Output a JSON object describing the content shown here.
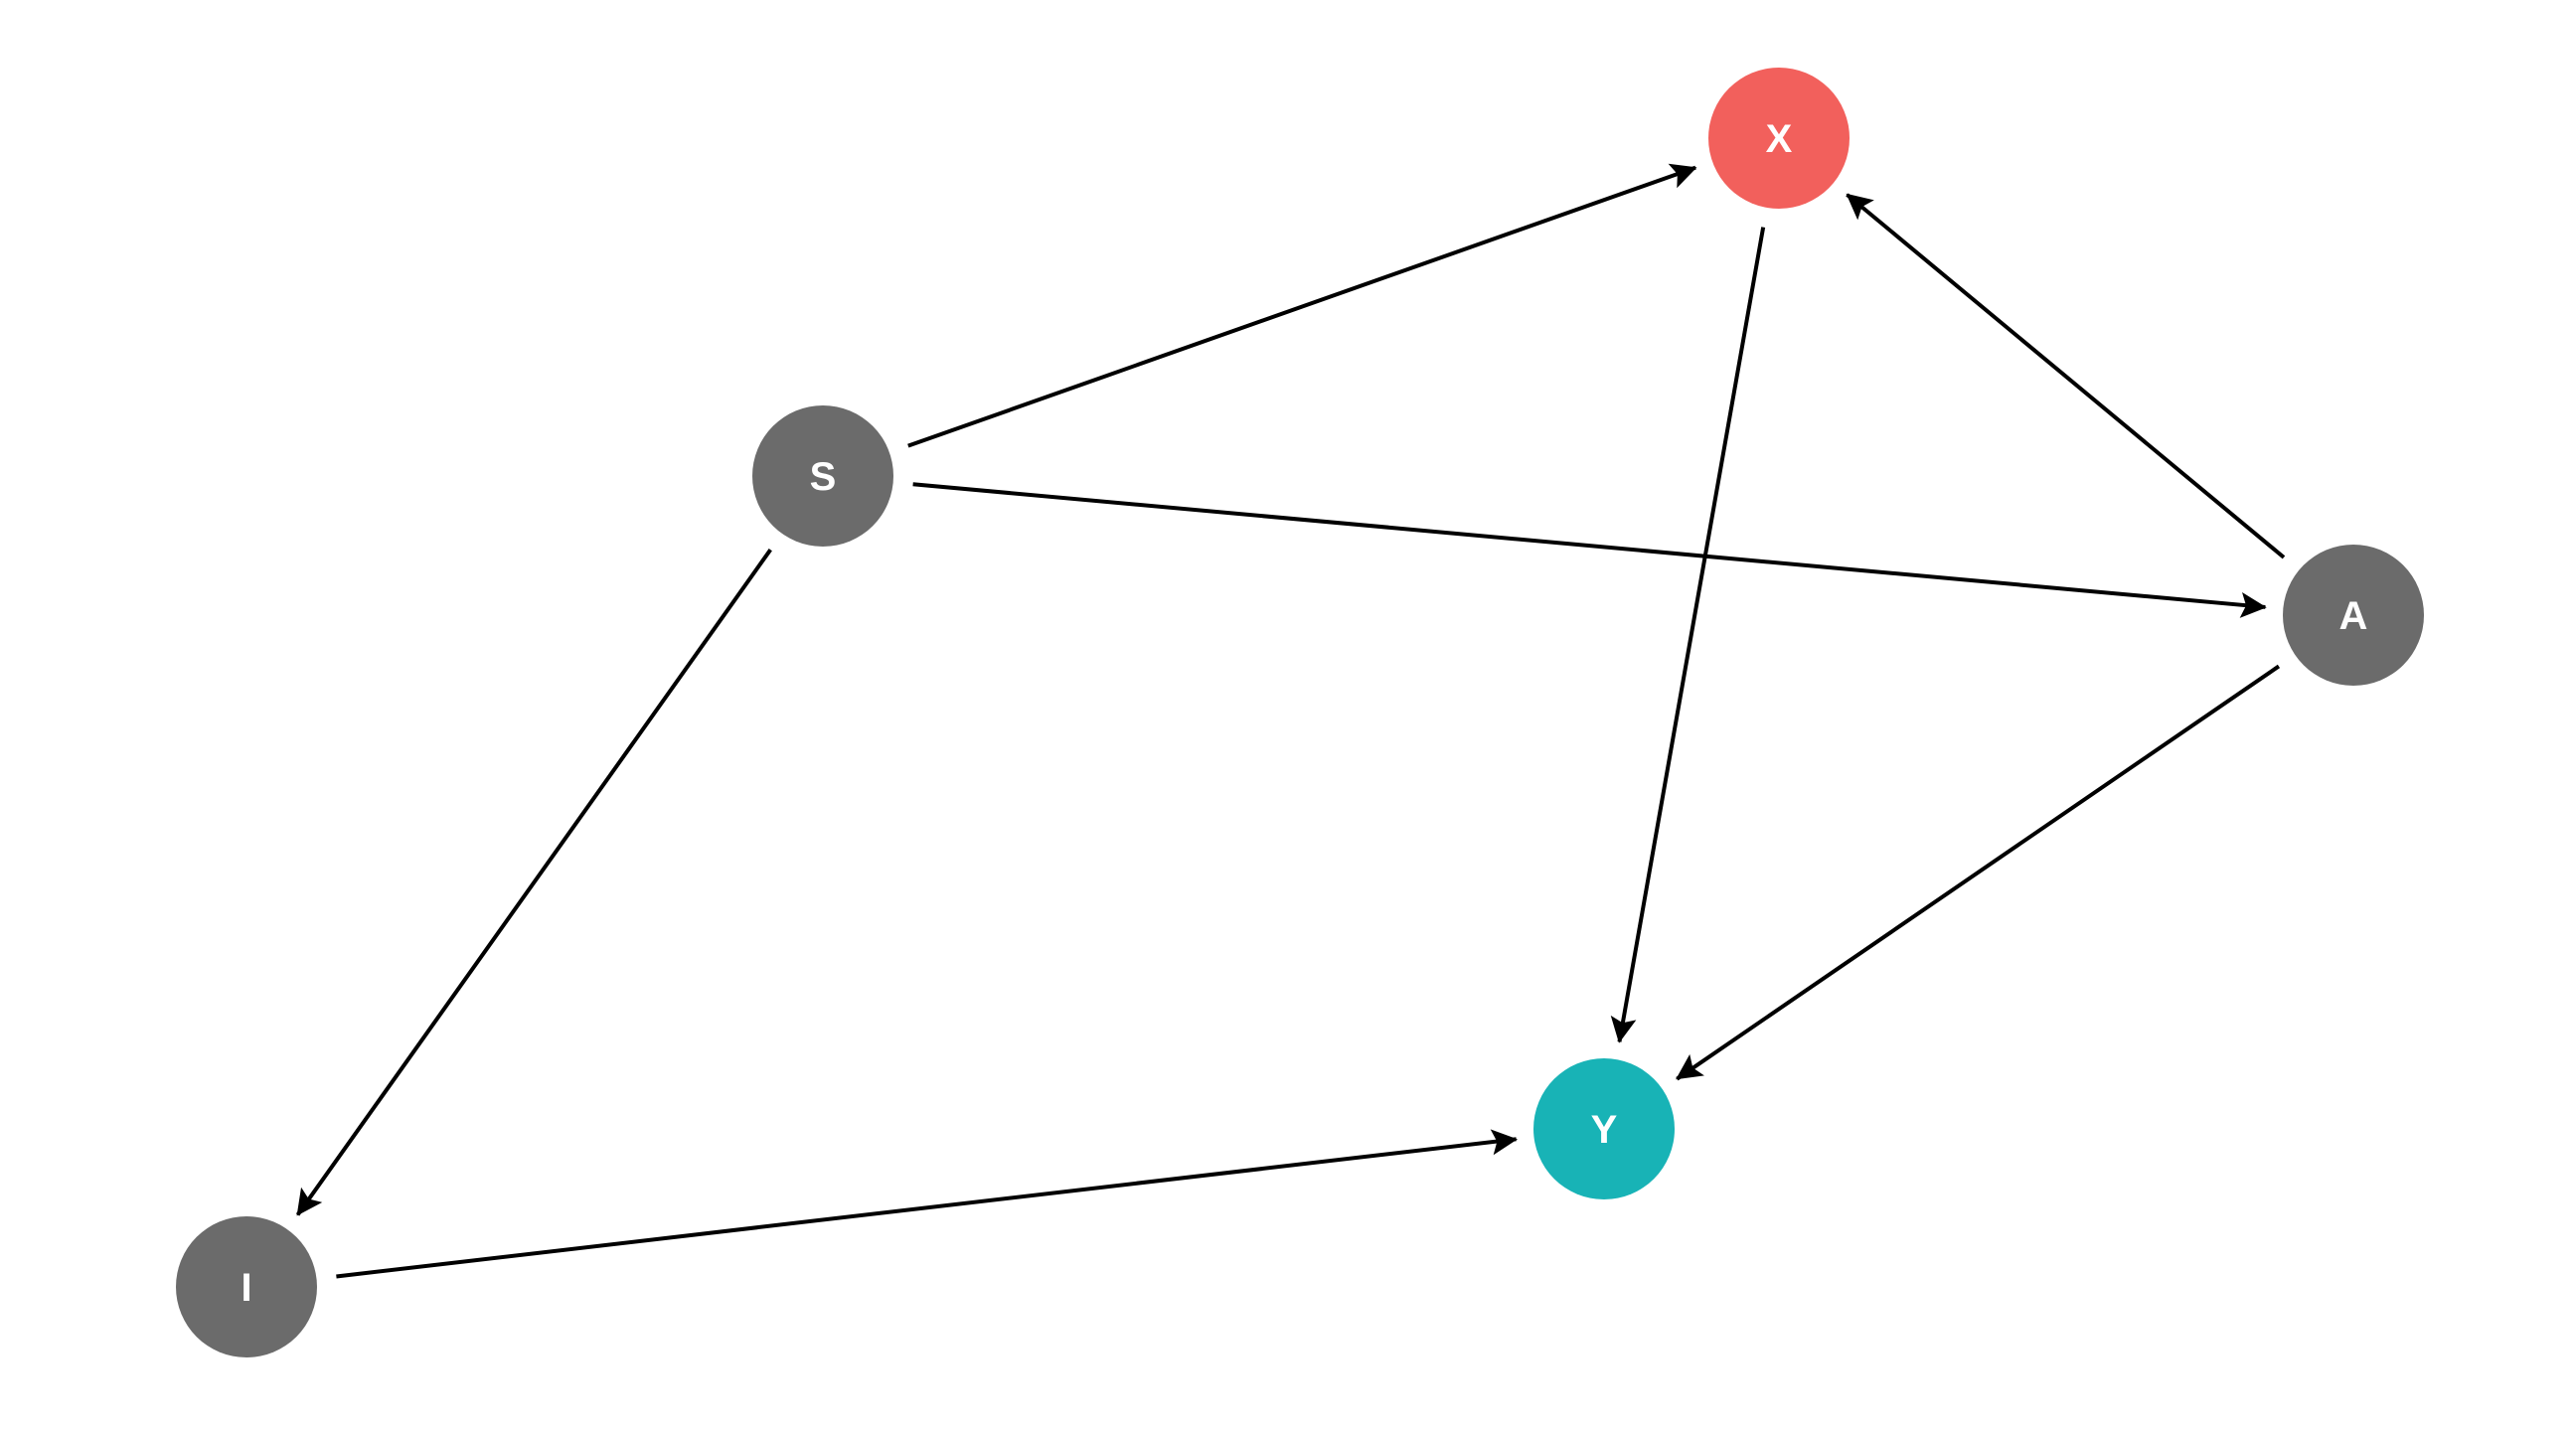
{
  "nodes": [
    {
      "id": "X",
      "label": "X",
      "color": "#F2605C"
    },
    {
      "id": "S",
      "label": "S",
      "color": "#6B6B6B"
    },
    {
      "id": "A",
      "label": "A",
      "color": "#6B6B6B"
    },
    {
      "id": "Y",
      "label": "Y",
      "color": "#18B3B6"
    },
    {
      "id": "I",
      "label": "I",
      "color": "#6B6B6B"
    }
  ],
  "edges": [
    {
      "from": "S",
      "to": "X"
    },
    {
      "from": "S",
      "to": "A"
    },
    {
      "from": "S",
      "to": "I"
    },
    {
      "from": "X",
      "to": "Y"
    },
    {
      "from": "A",
      "to": "X"
    },
    {
      "from": "A",
      "to": "Y"
    },
    {
      "from": "I",
      "to": "Y"
    }
  ],
  "edge_color": "#000000"
}
